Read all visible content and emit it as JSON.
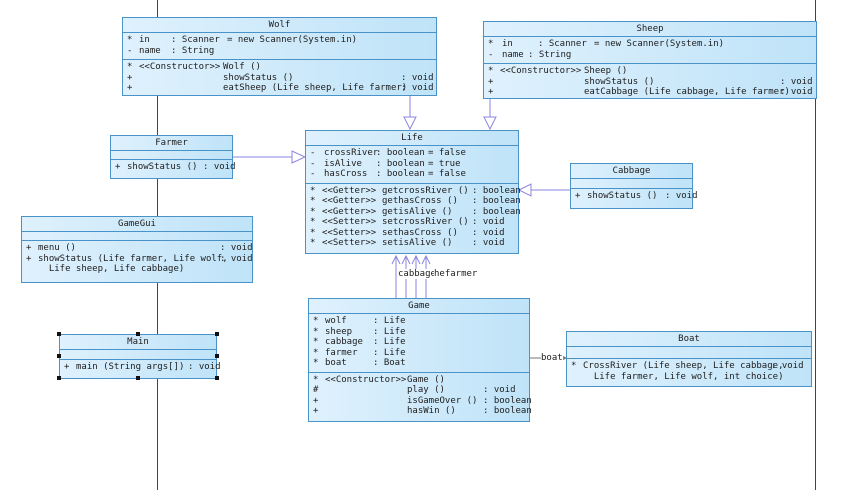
{
  "wolf": {
    "title": "Wolf",
    "attrs": [
      {
        "vis": "*",
        "name": "in",
        "type": ": Scanner",
        "init": "= new Scanner(System.in)"
      },
      {
        "vis": "-",
        "name": "name",
        "type": ": String",
        "init": ""
      }
    ],
    "ops": [
      {
        "vis": "*",
        "stereo": "<<Constructor>>",
        "name": "Wolf ()",
        "ret": ""
      },
      {
        "vis": "+",
        "stereo": "",
        "name": "showStatus ()",
        "ret": ": void"
      },
      {
        "vis": "+",
        "stereo": "",
        "name": "eatSheep (Life sheep, Life farmer)",
        "ret": ": void"
      }
    ]
  },
  "sheep": {
    "title": "Sheep",
    "attrs": [
      {
        "vis": "*",
        "name": "in",
        "type": ": Scanner",
        "init": "= new Scanner(System.in)"
      },
      {
        "vis": "-",
        "name": "name",
        "type": ": String",
        "init": ""
      }
    ],
    "ops": [
      {
        "vis": "*",
        "stereo": "<<Constructor>>",
        "name": "Sheep ()",
        "ret": ""
      },
      {
        "vis": "+",
        "stereo": "",
        "name": "showStatus ()",
        "ret": ": void"
      },
      {
        "vis": "+",
        "stereo": "",
        "name": "eatCabbage (Life cabbage, Life farmer)",
        "ret": ": void"
      }
    ]
  },
  "farmer": {
    "title": "Farmer",
    "ops": [
      {
        "vis": "+",
        "name": "showStatus ()",
        "ret": ": void"
      }
    ]
  },
  "life": {
    "title": "Life",
    "attrs": [
      {
        "vis": "-",
        "name": "crossRiver",
        "type": ": boolean",
        "init": "= false"
      },
      {
        "vis": "-",
        "name": "isAlive",
        "type": ": boolean",
        "init": "= true"
      },
      {
        "vis": "-",
        "name": "hasCross",
        "type": ": boolean",
        "init": "= false"
      }
    ],
    "ops": [
      {
        "vis": "*",
        "stereo": "<<Getter>>",
        "name": "getcrossRiver ()",
        "ret": ": boolean"
      },
      {
        "vis": "*",
        "stereo": "<<Getter>>",
        "name": "gethasCross ()",
        "ret": ": boolean"
      },
      {
        "vis": "*",
        "stereo": "<<Getter>>",
        "name": "getisAlive ()",
        "ret": ": boolean"
      },
      {
        "vis": "*",
        "stereo": "<<Setter>>",
        "name": "setcrossRiver ()",
        "ret": ": void"
      },
      {
        "vis": "*",
        "stereo": "<<Setter>>",
        "name": "sethasCross ()",
        "ret": ": void"
      },
      {
        "vis": "*",
        "stereo": "<<Setter>>",
        "name": "setisAlive ()",
        "ret": ": void"
      }
    ]
  },
  "cabbage": {
    "title": "Cabbage",
    "ops": [
      {
        "vis": "+",
        "name": "showStatus ()",
        "ret": ": void"
      }
    ]
  },
  "gamegui": {
    "title": "GameGui",
    "ops": [
      {
        "vis": "+",
        "name": "menu ()",
        "ret": ": void"
      },
      {
        "vis": "+",
        "name": "showStatus (Life farmer, Life wolf,",
        "ret": ": void"
      },
      {
        "vis": "",
        "name": "  Life sheep, Life cabbage)",
        "ret": ""
      }
    ]
  },
  "main": {
    "title": "Main",
    "ops": [
      {
        "vis": "+",
        "name": "main (String args[])",
        "ret": ": void"
      }
    ]
  },
  "game": {
    "title": "Game",
    "attrs": [
      {
        "vis": "*",
        "name": "wolf",
        "type": ": Life"
      },
      {
        "vis": "*",
        "name": "sheep",
        "type": ": Life"
      },
      {
        "vis": "*",
        "name": "cabbage",
        "type": ": Life"
      },
      {
        "vis": "*",
        "name": "farmer",
        "type": ": Life"
      },
      {
        "vis": "*",
        "name": "boat",
        "type": ": Boat"
      }
    ],
    "ops": [
      {
        "vis": "*",
        "stereo": "<<Constructor>>",
        "name": "Game ()",
        "ret": ""
      },
      {
        "vis": "#",
        "stereo": "",
        "name": "play ()",
        "ret": ": void"
      },
      {
        "vis": "+",
        "stereo": "",
        "name": "isGameOver ()",
        "ret": ": boolean"
      },
      {
        "vis": "+",
        "stereo": "",
        "name": "hasWin ()",
        "ret": ": boolean"
      }
    ]
  },
  "boat": {
    "title": "Boat",
    "ops": [
      {
        "vis": "*",
        "name": "CrossRiver (Life sheep, Life cabbage,",
        "ret": ": void"
      },
      {
        "vis": "",
        "name": "  Life farmer, Life wolf, int choice)",
        "ret": ""
      }
    ]
  },
  "assoc_labels": {
    "cabbage": "cabbage",
    "sheep_farmer": "hefarmer",
    "boat": "boat"
  },
  "colors": {
    "border": "#4a93c8",
    "fill_light": "#dff1fd",
    "fill_dark": "#bfe3f8",
    "arrow": "#8a84e0"
  }
}
